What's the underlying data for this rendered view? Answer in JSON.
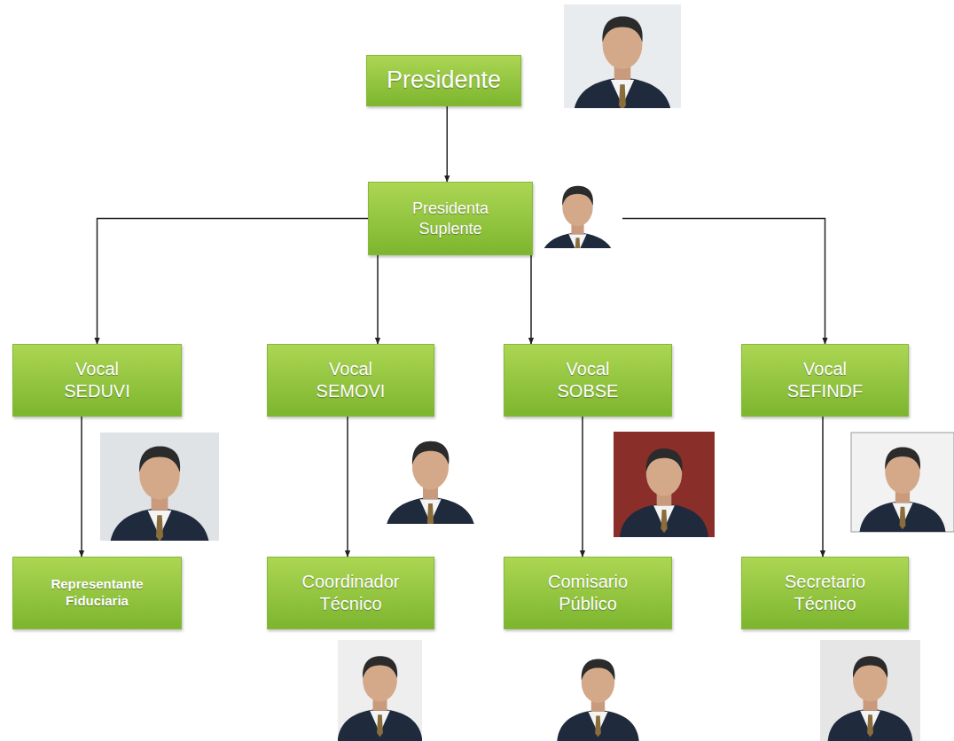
{
  "diagram": {
    "nodes": [
      {
        "text": [
          "Presidente"
        ]
      },
      {
        "text": [
          "Presidenta Suplente"
        ]
      },
      {
        "text": [
          "Vocal SEDUVI"
        ]
      },
      {
        "text": [
          "Vocal SEMOVI"
        ]
      },
      {
        "text": [
          "Vocal SOBSE"
        ]
      },
      {
        "text": [
          "Vocal SEFINDF"
        ]
      },
      {
        "text": [
          "Representante Fiduciaria"
        ]
      },
      {
        "text": [
          "Coordinador Técnico"
        ]
      },
      {
        "text": [
          "Comisario Público"
        ]
      },
      {
        "text": [
          "Secretario Técnico"
        ]
      }
    ],
    "edges": [
      {
        "from": 0,
        "to": 1,
        "arrow": "to"
      },
      {
        "from": 1,
        "to": 2,
        "arrow": "to"
      },
      {
        "from": 1,
        "to": 3,
        "arrow": "to"
      },
      {
        "from": 1,
        "to": 4,
        "arrow": "to"
      },
      {
        "from": 1,
        "to": 5,
        "arrow": "to"
      },
      {
        "from": 2,
        "to": 6,
        "arrow": "to"
      },
      {
        "from": 3,
        "to": 7,
        "arrow": "to"
      },
      {
        "from": 4,
        "to": 8,
        "arrow": "to"
      },
      {
        "from": 5,
        "to": 9,
        "arrow": "to"
      }
    ]
  }
}
